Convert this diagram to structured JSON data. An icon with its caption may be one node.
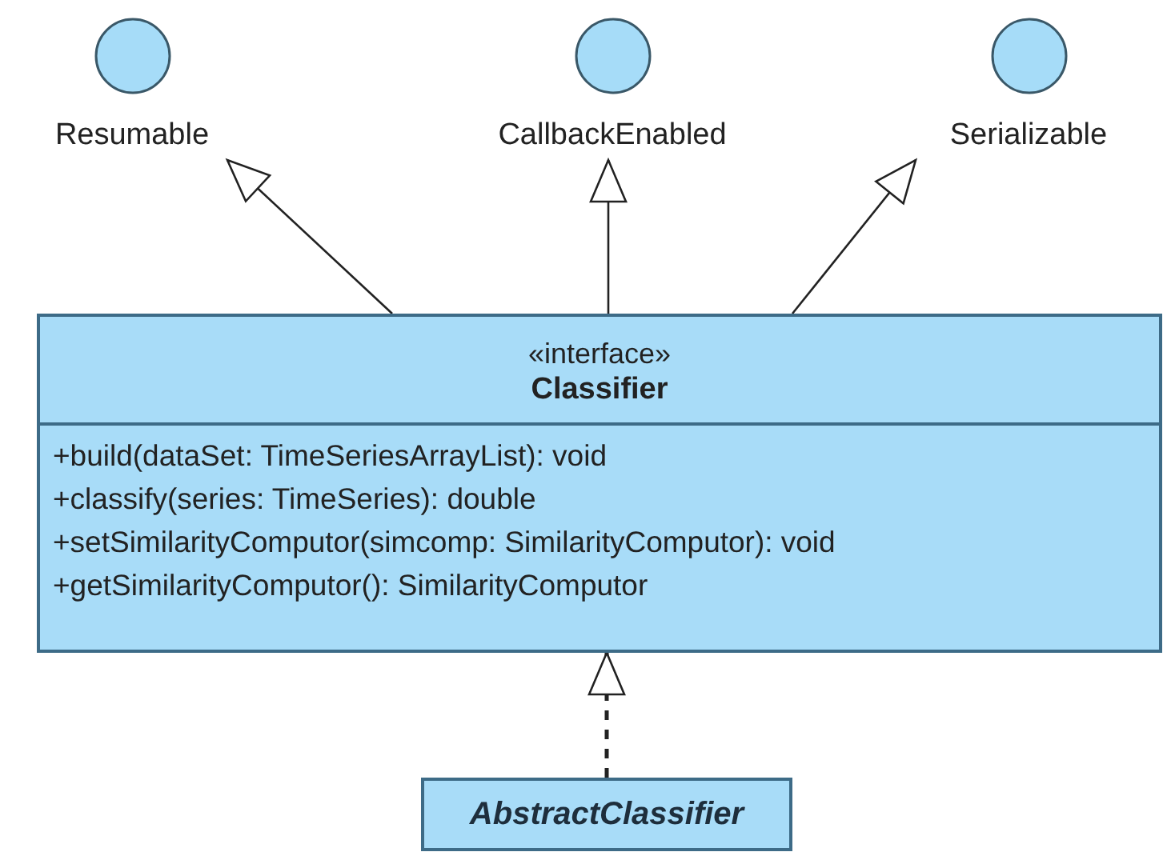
{
  "diagram": {
    "nodes": [
      {
        "text": [
          "Resumable"
        ]
      },
      {
        "text": [
          "CallbackEnabled"
        ]
      },
      {
        "text": [
          "Serializable"
        ]
      },
      {
        "text": [
          "«interface»",
          "Classifier",
          "+build(dataSet: TimeSeriesArrayList): void",
          "+classify(series: TimeSeries): double",
          "+setSimilarityComputor(simcomp: SimilarityComputor): void",
          "+getSimilarityComputor(): SimilarityComputor"
        ]
      },
      {
        "text": [
          "AbstractClassifier"
        ]
      }
    ],
    "edges": [
      {
        "from": 3,
        "to": 0,
        "arrow": "to"
      },
      {
        "from": 3,
        "to": 1,
        "arrow": "to"
      },
      {
        "from": 3,
        "to": 2,
        "arrow": "to"
      },
      {
        "from": 4,
        "to": 3,
        "arrow": "to",
        "style": "dashed"
      }
    ]
  }
}
